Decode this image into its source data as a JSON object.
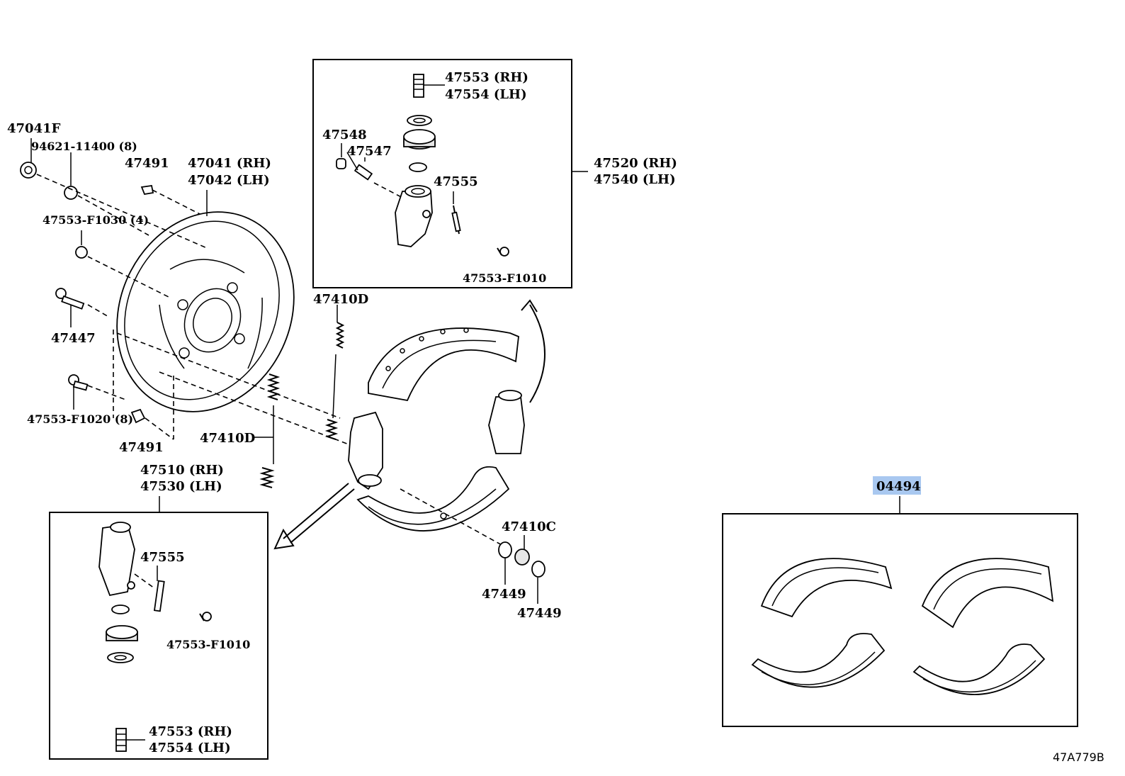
{
  "labels": {
    "p47041F": "47041F",
    "p94621": "94621-11400 (8)",
    "p47491_top": "47491",
    "p47041": "47041 (RH)",
    "p47042": "47042 (LH)",
    "p47553_F1030": "47553-F1030 (4)",
    "p47447": "47447",
    "p47553_F1020": "47553-F1020 (8)",
    "p47491_bot": "47491",
    "p47410D_left": "47410D",
    "p47510": "47510 (RH)",
    "p47530": "47530 (LH)",
    "p47555_lower": "47555",
    "p47553_F1010_lower": "47553-F1010",
    "p47553_lower": "47553 (RH)",
    "p47554_lower": "47554 (LH)",
    "p47553_upper": "47553 (RH)",
    "p47554_upper": "47554 (LH)",
    "p47548": "47548",
    "p47547": "47547",
    "p47555_upper": "47555",
    "p47553_F1010_upper": "47553-F1010",
    "p47520": "47520 (RH)",
    "p47540": "47540 (LH)",
    "p47410D_top": "47410D",
    "p47410C": "47410C",
    "p47449_a": "47449",
    "p47449_b": "47449",
    "p04494": "04494"
  },
  "diagram_code": "47A779B",
  "highlight_color": "#a9c8f0"
}
